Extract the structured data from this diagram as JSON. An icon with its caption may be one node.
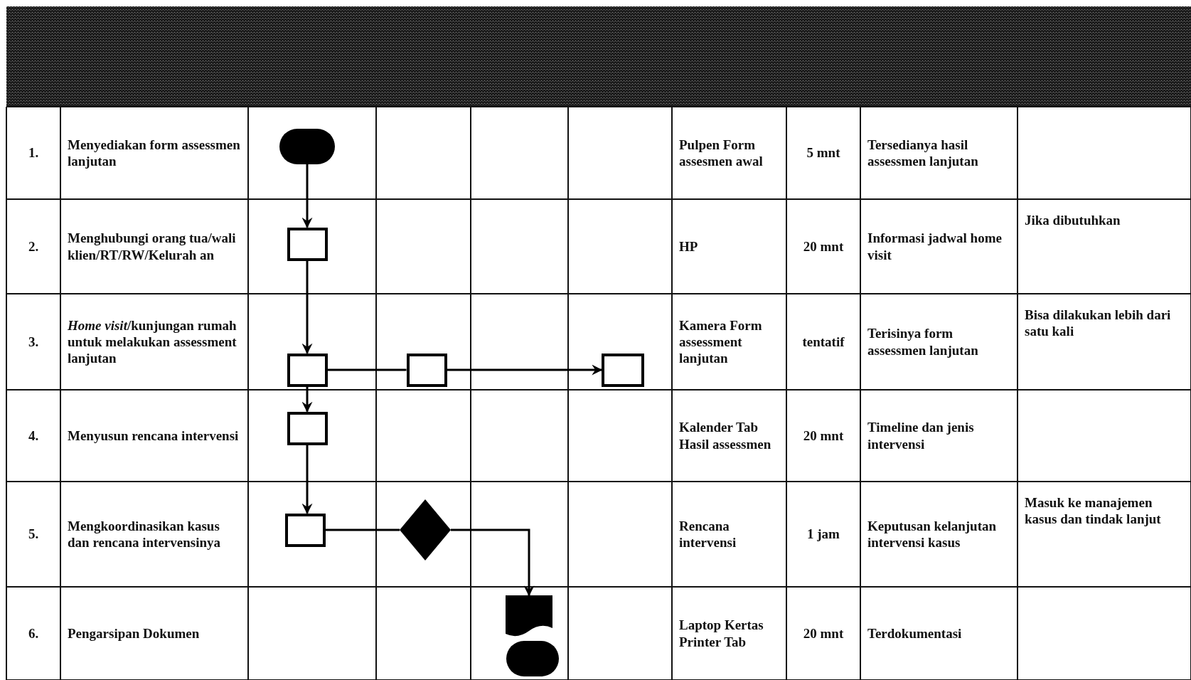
{
  "diagram": {
    "nodes": [
      {
        "text": [],
        "shape": "terminator"
      },
      {
        "text": [],
        "shape": "box"
      },
      {
        "text": [],
        "shape": "box"
      },
      {
        "text": [],
        "shape": "box"
      },
      {
        "text": [],
        "shape": "box"
      },
      {
        "text": [],
        "shape": "box"
      },
      {
        "text": [],
        "shape": "box"
      },
      {
        "text": [],
        "shape": "diamond"
      },
      {
        "text": [],
        "shape": "document"
      },
      {
        "text": [],
        "shape": "terminator"
      }
    ],
    "edges": [
      {
        "from": 0,
        "to": 1,
        "arrow": "to"
      },
      {
        "from": 1,
        "to": 2,
        "arrow": "to"
      },
      {
        "from": 2,
        "to": 3,
        "arrow": "none"
      },
      {
        "from": 3,
        "to": 4,
        "arrow": "to"
      },
      {
        "from": 2,
        "to": 5,
        "arrow": "to"
      },
      {
        "from": 5,
        "to": 6,
        "arrow": "to"
      },
      {
        "from": 6,
        "to": 7,
        "arrow": "none"
      },
      {
        "from": 7,
        "to": 8,
        "arrow": "to"
      }
    ],
    "labels": [
      "1.",
      "Menyediakan form assessmen lanjutan",
      "Pulpen Form assesmen awal",
      "5 mnt",
      "Tersedianya hasil assessmen lanjutan",
      "2.",
      "Menghubungi orang tua/wali klien/RT/RW/Kelurah an",
      "HP",
      "20 mnt",
      "Informasi jadwal home visit",
      "Jika dibutuhkan",
      "3.",
      "*Home visit*/kunjungan rumah untuk melakukan assessment lanjutan",
      "Kamera Form assessment lanjutan",
      "tentatif",
      "Terisinya form assessmen lanjutan",
      "Bisa dilakukan lebih dari satu kali",
      "4.",
      "Menyusun rencana intervensi",
      "Kalender Tab Hasil assessmen",
      "20 mnt",
      "Timeline dan jenis intervensi",
      "5.",
      "Mengkoordinasikan kasus dan rencana intervensinya",
      "Rencana intervensi",
      "1 jam",
      "Keputusan kelanjutan intervensi kasus",
      "Masuk ke manajemen kasus dan tindak lanjut",
      "6.",
      "Pengarsipan Dokumen",
      "Laptop Kertas Printer Tab",
      "20 mnt",
      "Terdokumentasi"
    ]
  }
}
